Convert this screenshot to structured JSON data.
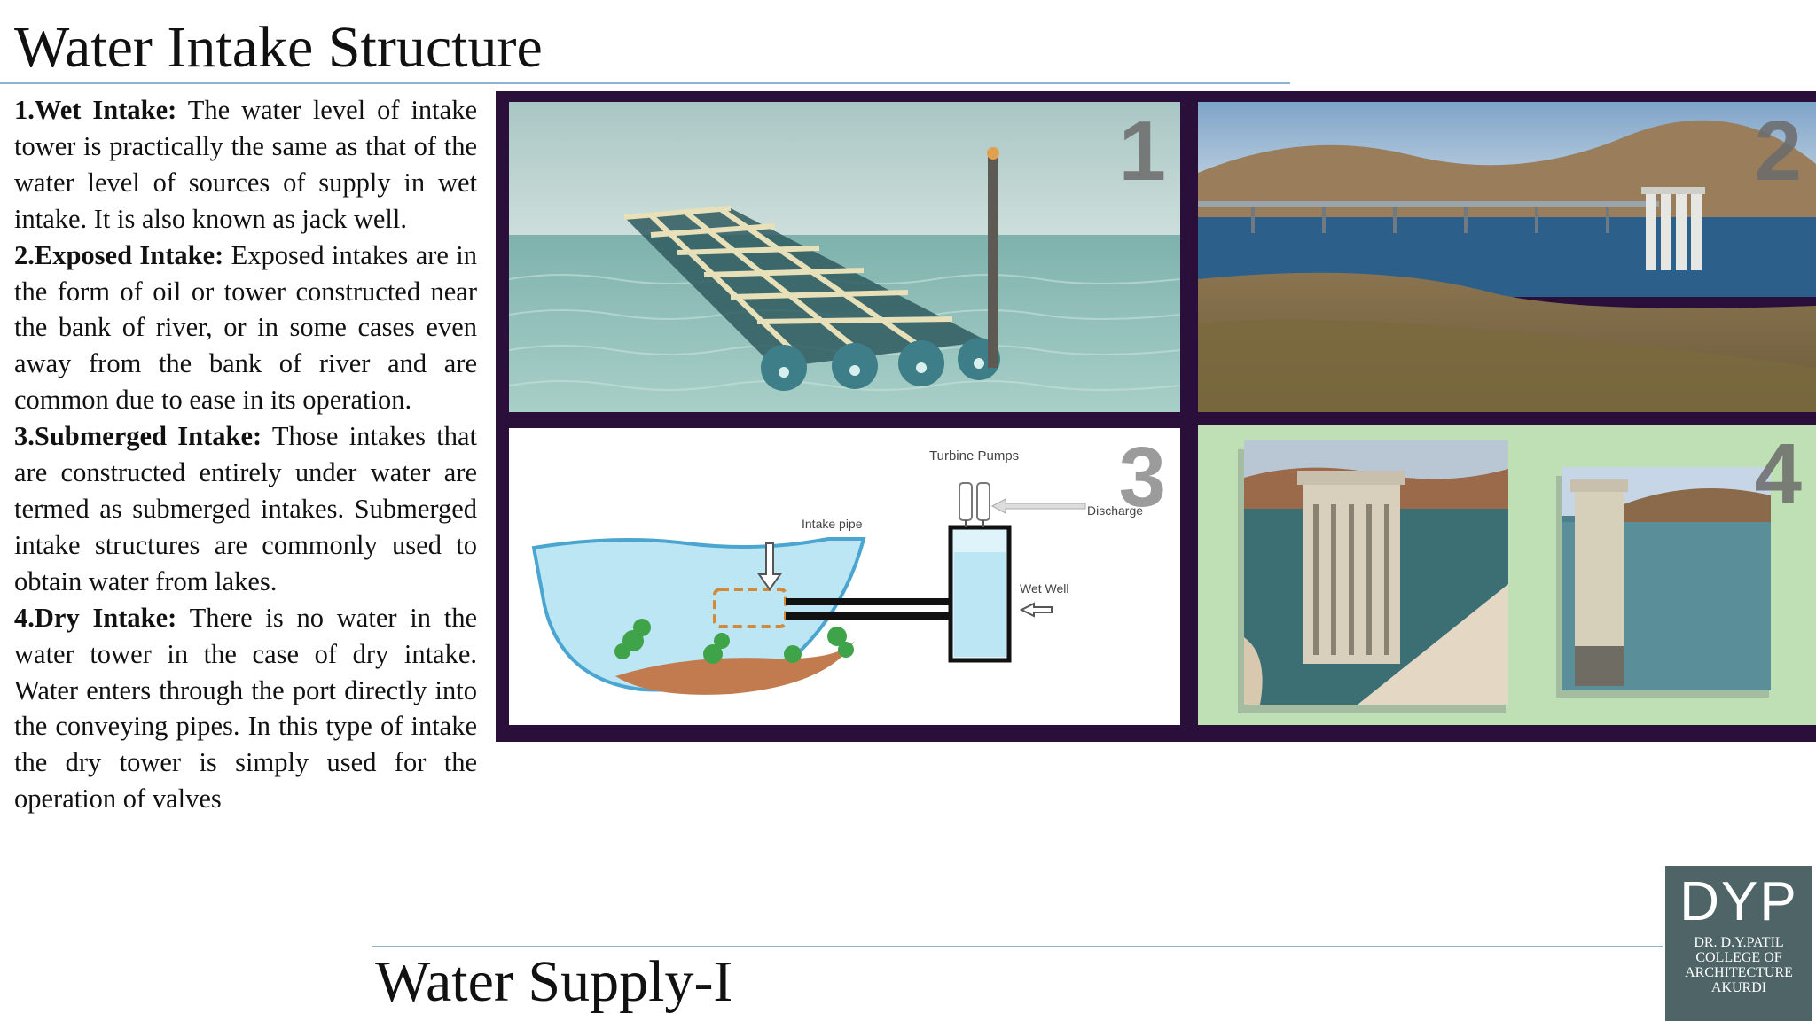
{
  "slide": {
    "title": "Water Intake Structure",
    "footer": "Water Supply-I"
  },
  "sections": [
    {
      "heading": "1.Wet Intake:",
      "text": "The water level of intake tower is practically the same as that of the water level of sources of supply in wet intake. It is also known as jack well."
    },
    {
      "heading": "2.Exposed Intake:",
      "text": "Exposed intakes are in the form of oil or tower constructed near the bank of river, or in some cases even away from the bank of river and are common due to ease in its operation."
    },
    {
      "heading": "3.Submerged Intake:",
      "text": "Those intakes that are constructed entirely under water are termed as submerged intakes. Submerged intake structures are commonly used to obtain water from lakes."
    },
    {
      "heading": "4.Dry Intake:",
      "text": "There is no water in the water tower in the case of dry intake. Water enters through the port directly into the conveying pipes. In this type of intake the dry tower is simply used for the operation of valves"
    }
  ],
  "figure": {
    "panels": [
      {
        "number": "1"
      },
      {
        "number": "2"
      },
      {
        "number": "3",
        "labels": {
          "turbine_pumps": "Turbine Pumps",
          "discharge": "Discharge",
          "intake_pipe": "Intake pipe",
          "wet_well": "Wet Well"
        }
      },
      {
        "number": "4"
      }
    ]
  },
  "logo": {
    "mark": "DYP",
    "lines": [
      "DR. D.Y.PATIL",
      "COLLEGE OF",
      "ARCHITECTURE",
      "AKURDI"
    ]
  },
  "colors": {
    "rule": "#8fb3cf",
    "collage_border": "#2a0f3a",
    "logo_bg": "#4e6467",
    "panel4_bg": "#bfe0b4"
  }
}
